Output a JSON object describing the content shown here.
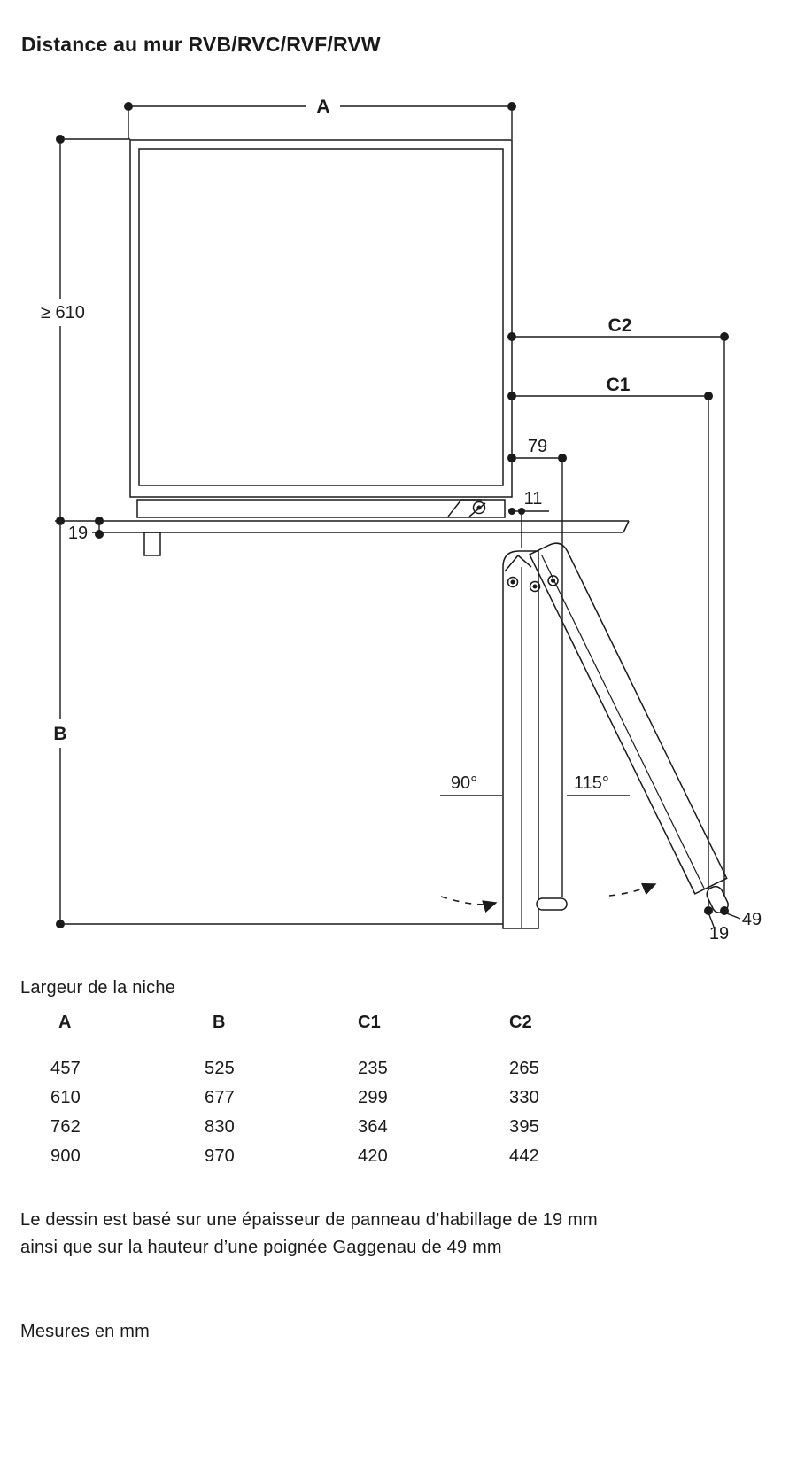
{
  "page": {
    "title": "Distance au mur RVB/RVC/RVF/RVW"
  },
  "diagram": {
    "dims": {
      "niche_width": "A",
      "min_depth": "≥ 610",
      "wall_c2": "C2",
      "wall_c1": "C1",
      "hinge_offset": "79",
      "gap": "11",
      "panel_thickness_left": "19",
      "depth_b": "B",
      "angle_open_90": "90°",
      "angle_open_115": "115°",
      "panel_thickness_right": "19",
      "handle_height": "49"
    }
  },
  "table": {
    "title": "Largeur de la niche",
    "columns": [
      "A",
      "B",
      "C1",
      "C2"
    ],
    "rows": [
      [
        "457",
        "525",
        "235",
        "265"
      ],
      [
        "610",
        "677",
        "299",
        "330"
      ],
      [
        "762",
        "830",
        "364",
        "395"
      ],
      [
        "900",
        "970",
        "420",
        "442"
      ]
    ]
  },
  "notes": {
    "footnote_lines": [
      "Le dessin est basé sur une épaisseur de panneau d’habillage de 19 mm",
      "ainsi que sur la hauteur d’une poignée Gaggenau de 49 mm"
    ],
    "units": "Mesures en mm"
  }
}
